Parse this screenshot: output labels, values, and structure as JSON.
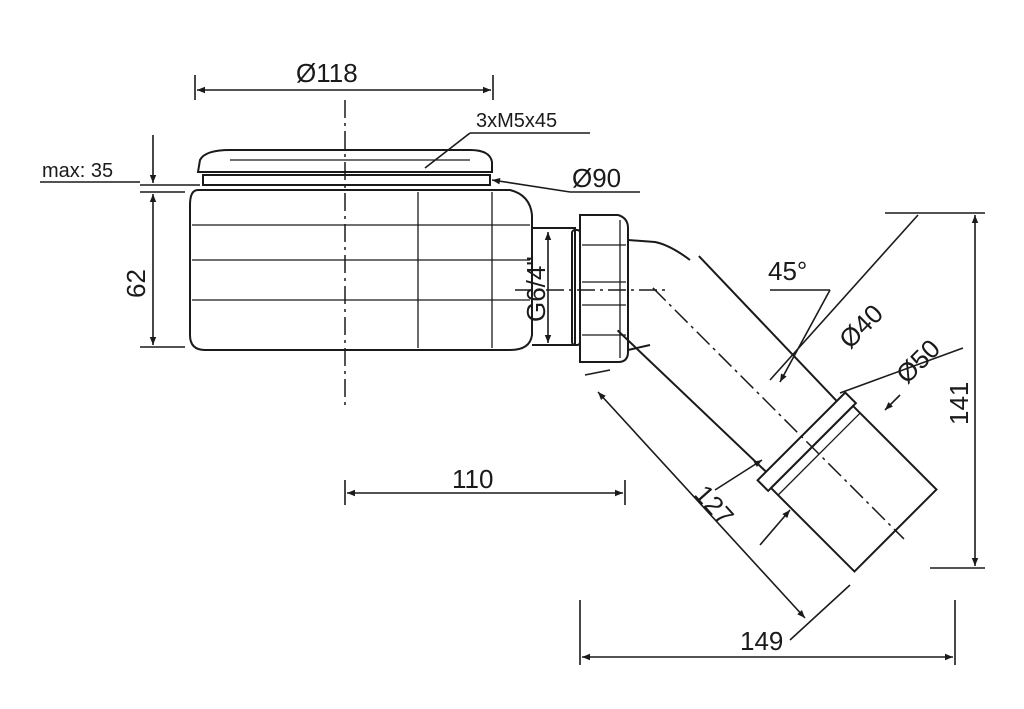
{
  "drawing": {
    "labels": {
      "top_diameter": "Ø118",
      "screws": "3xM5x45",
      "max_height": "max: 35",
      "flange_diameter": "Ø90",
      "body_height": "62",
      "thread": "G6/4\"",
      "angle": "45°",
      "pipe_inner": "Ø40",
      "pipe_outer": "Ø50",
      "total_height": "141",
      "offset": "110",
      "pipe_length": "127",
      "total_width": "149"
    }
  }
}
